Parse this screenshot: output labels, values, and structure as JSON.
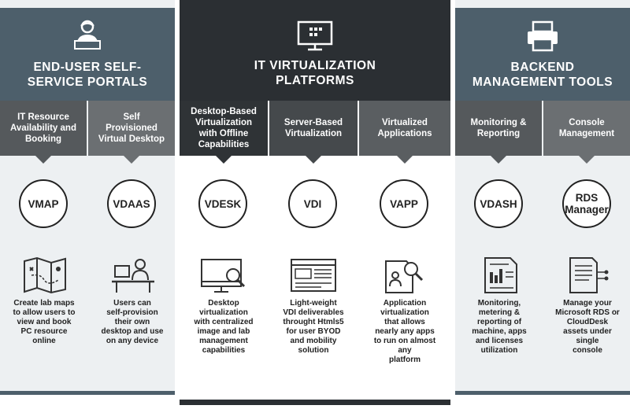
{
  "columns": [
    {
      "title": "END-USER SELF-\nSERVICE PORTALS",
      "icon": "user-at-laptop-icon",
      "items": [
        {
          "heading": "IT Resource\nAvailability and\nBooking",
          "badge": "VMAP",
          "icon": "map-icon",
          "description": "Create lab maps\nto allow users to\nview and book\nPC resource\nonline"
        },
        {
          "heading": "Self\nProvisioned\nVirtual Desktop",
          "badge": "VDAAS",
          "icon": "person-at-desk-icon",
          "description": "Users can\nself-provision\ntheir own\ndesktop and use\non any device"
        }
      ]
    },
    {
      "title": "IT VIRTUALIZATION\nPLATFORMS",
      "icon": "monitor-grid-icon",
      "items": [
        {
          "heading": "Desktop-Based\nVirtualization\nwith Offline\nCapabilities",
          "badge": "VDESK",
          "icon": "monitor-magnifier-icon",
          "description": "Desktop\nvirtualization\nwith centralized\nimage and lab\nmanagement\ncapabilities"
        },
        {
          "heading": "Server-Based\nVirtualization",
          "badge": "VDI",
          "icon": "browser-window-icon",
          "description": "Light-weight\nVDI deliverables\nthrought Htmls5\nfor user BYOD\nand mobility\nsolution"
        },
        {
          "heading": "Virtualized\nApplications",
          "badge": "VAPP",
          "icon": "document-person-search-icon",
          "description": "Application\nvirtualization\nthat allows\nnearly any apps\nto run on almost\nany\nplatform"
        }
      ]
    },
    {
      "title": "BACKEND\nMANAGEMENT TOOLS",
      "icon": "printer-icon",
      "items": [
        {
          "heading": "Monitoring &\nReporting",
          "badge": "VDASH",
          "icon": "report-chart-icon",
          "description": "Monitoring,\nmetering &\nreporting of\nmachine, apps\nand  licenses\nutilization"
        },
        {
          "heading": "Console\nManagement",
          "badge": "RDS\nManager",
          "icon": "document-network-icon",
          "description": "Manage your\nMicrosoft RDS or\nCloudDesk\nassets under\nsingle\nconsole"
        }
      ]
    }
  ]
}
